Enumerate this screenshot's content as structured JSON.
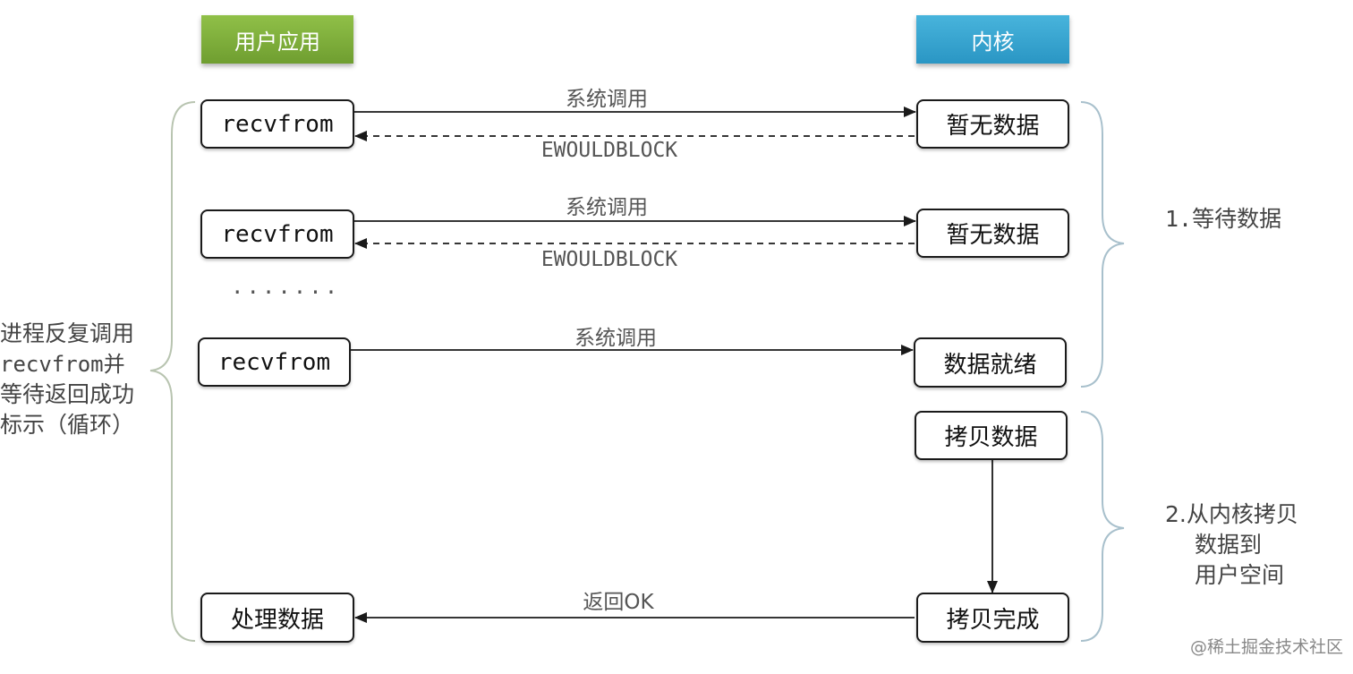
{
  "headers": {
    "user_app": "用户应用",
    "kernel": "内核"
  },
  "calls": [
    {
      "app_label": "recvfrom",
      "call_label": "系统调用",
      "reply_label": "EWOULDBLOCK",
      "kernel_label": "暂无数据"
    },
    {
      "app_label": "recvfrom",
      "call_label": "系统调用",
      "reply_label": "EWOULDBLOCK",
      "kernel_label": "暂无数据"
    },
    {
      "app_label": "recvfrom",
      "call_label": "系统调用",
      "kernel_label": "数据就绪"
    }
  ],
  "ellipsis": ".......",
  "copy": {
    "start_label": "拷贝数据",
    "done_label": "拷贝完成"
  },
  "return": {
    "label": "返回OK",
    "app_label": "处理数据"
  },
  "left_note": {
    "line1": "进程反复调用",
    "line2": "recvfrom并",
    "line3": "等待返回成功",
    "line4": "标示（循环）"
  },
  "phases": {
    "wait": "1.等待数据",
    "copy_line1": "2.从内核拷贝",
    "copy_line2": "数据到",
    "copy_line3": "用户空间"
  },
  "watermark": "@稀土掘金技术社区"
}
